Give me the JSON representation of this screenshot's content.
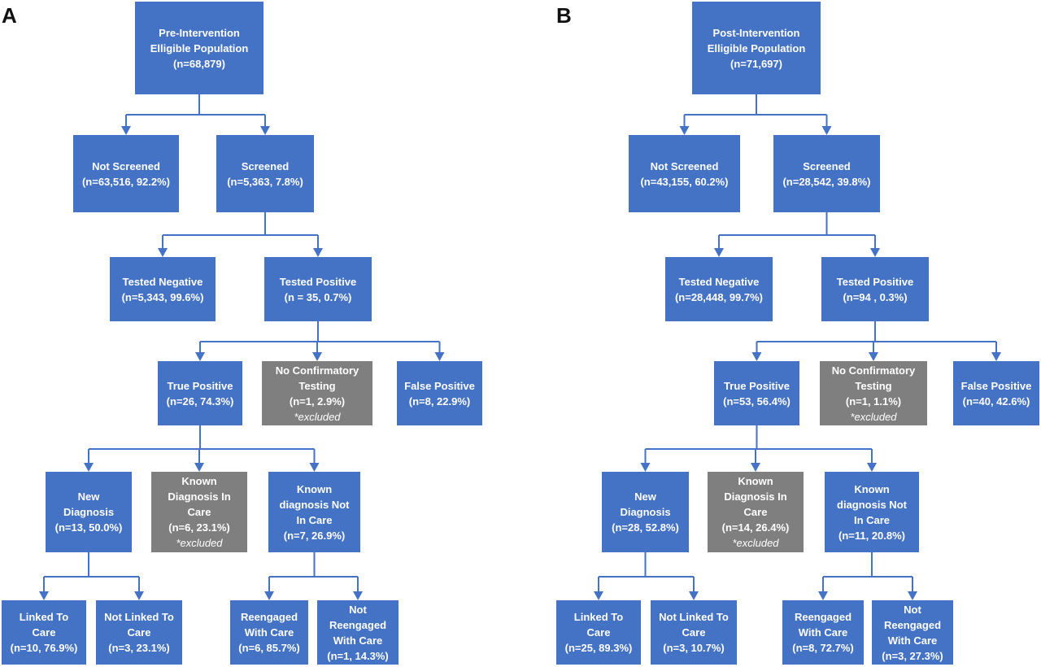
{
  "colors": {
    "included": "#4472c4",
    "excluded": "#7f7f7f",
    "connector": "#4472c4"
  },
  "panels": [
    {
      "letter": "A",
      "boxes": [
        {
          "id": "elig",
          "lines": [
            "Pre-Intervention",
            "Elligible Population",
            "(n=68,879)"
          ]
        },
        {
          "id": "notscr",
          "lines": [
            "Not Screened",
            "(n=63,516, 92.2%)"
          ]
        },
        {
          "id": "scr",
          "lines": [
            "Screened",
            "(n=5,363, 7.8%)"
          ]
        },
        {
          "id": "tneg",
          "lines": [
            "Tested Negative",
            "(n=5,343, 99.6%)"
          ]
        },
        {
          "id": "tpos",
          "lines": [
            "Tested Positive",
            "(n = 35, 0.7%)"
          ]
        },
        {
          "id": "truepos",
          "lines": [
            "True Positive",
            "(n=26, 74.3%)"
          ]
        },
        {
          "id": "noconf",
          "lines": [
            "No Confirmatory",
            "Testing",
            "(n=1, 2.9%)"
          ],
          "note": "*excluded"
        },
        {
          "id": "falsepos",
          "lines": [
            "False Positive",
            "(n=8, 22.9%)"
          ]
        },
        {
          "id": "newdx",
          "lines": [
            "New",
            "Diagnosis",
            "(n=13, 50.0%)"
          ]
        },
        {
          "id": "knownin",
          "lines": [
            "Known",
            "Diagnosis In",
            "Care",
            "(n=6, 23.1%)"
          ],
          "note": "*excluded"
        },
        {
          "id": "knownnot",
          "lines": [
            "Known",
            "diagnosis Not",
            "In Care",
            "(n=7, 26.9%)"
          ]
        },
        {
          "id": "linked",
          "lines": [
            "Linked To",
            "Care",
            "(n=10, 76.9%)"
          ]
        },
        {
          "id": "notlinked",
          "lines": [
            "Not Linked To",
            "Care",
            "(n=3, 23.1%)"
          ]
        },
        {
          "id": "reeng",
          "lines": [
            "Reengaged",
            "With Care",
            "(n=6, 85.7%)"
          ]
        },
        {
          "id": "notreeng",
          "lines": [
            "Not",
            "Reengaged",
            "With Care",
            "(n=1, 14.3%)"
          ]
        }
      ]
    },
    {
      "letter": "B",
      "boxes": [
        {
          "id": "elig",
          "lines": [
            "Post-Intervention",
            "Elligible Population",
            "(n=71,697)"
          ]
        },
        {
          "id": "notscr",
          "lines": [
            "Not Screened",
            "(n=43,155, 60.2%)"
          ]
        },
        {
          "id": "scr",
          "lines": [
            "Screened",
            "(n=28,542, 39.8%)"
          ]
        },
        {
          "id": "tneg",
          "lines": [
            "Tested Negative",
            "(n=28,448, 99.7%)"
          ]
        },
        {
          "id": "tpos",
          "lines": [
            "Tested Positive",
            "(n=94 , 0.3%)"
          ]
        },
        {
          "id": "truepos",
          "lines": [
            "True Positive",
            "(n=53, 56.4%)"
          ]
        },
        {
          "id": "noconf",
          "lines": [
            "No Confirmatory",
            "Testing",
            "(n=1, 1.1%)"
          ],
          "note": "*excluded"
        },
        {
          "id": "falsepos",
          "lines": [
            "False Positive",
            "(n=40, 42.6%)"
          ]
        },
        {
          "id": "newdx",
          "lines": [
            "New",
            "Diagnosis",
            "(n=28, 52.8%)"
          ]
        },
        {
          "id": "knownin",
          "lines": [
            "Known",
            "Diagnosis In",
            "Care",
            "(n=14, 26.4%)"
          ],
          "note": "*excluded"
        },
        {
          "id": "knownnot",
          "lines": [
            "Known",
            "diagnosis Not",
            "In Care",
            "(n=11, 20.8%)"
          ]
        },
        {
          "id": "linked",
          "lines": [
            "Linked To",
            "Care",
            "(n=25, 89.3%)"
          ]
        },
        {
          "id": "notlinked",
          "lines": [
            "Not Linked To",
            "Care",
            "(n=3, 10.7%)"
          ]
        },
        {
          "id": "reeng",
          "lines": [
            "Reengaged",
            "With Care",
            "(n=8, 72.7%)"
          ]
        },
        {
          "id": "notreeng",
          "lines": [
            "Not",
            "Reengaged",
            "With Care",
            "(n=3, 27.3%)"
          ]
        }
      ]
    }
  ],
  "edges": [
    {
      "from": "elig",
      "to": [
        "notscr",
        "scr"
      ]
    },
    {
      "from": "scr",
      "to": [
        "tneg",
        "tpos"
      ]
    },
    {
      "from": "tpos",
      "to": [
        "truepos",
        "noconf",
        "falsepos"
      ]
    },
    {
      "from": "truepos",
      "to": [
        "newdx",
        "knownin",
        "knownnot"
      ]
    },
    {
      "from": "newdx",
      "to": [
        "linked",
        "notlinked"
      ]
    },
    {
      "from": "knownnot",
      "to": [
        "reeng",
        "notreeng"
      ]
    }
  ]
}
